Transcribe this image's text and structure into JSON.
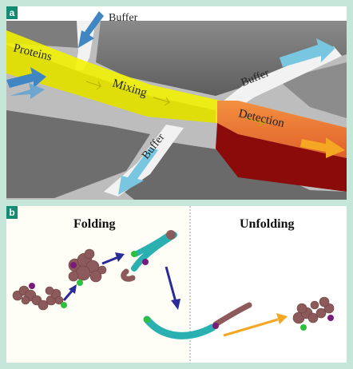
{
  "panel_a": {
    "tag": "a",
    "labels": {
      "buffer_top": "Buffer",
      "proteins": "Proteins",
      "mixing": "Mixing",
      "buffer_right": "Buffer",
      "detection": "Detection",
      "buffer_bottom": "Buffer"
    }
  },
  "panel_b": {
    "tag": "b",
    "headers": {
      "folding": "Folding",
      "unfolding": "Unfolding"
    }
  },
  "colors": {
    "background": "#c6e6da",
    "tag": "#138a72",
    "channel_yellow": "#f2f200",
    "detection_orange": "#f07a33",
    "detection_dark": "#8b0a0a",
    "arrow_blue": "#3f86c2",
    "arrow_cyan": "#79c6e0",
    "arrow_orange": "#f5a623",
    "arrow_navy": "#2a2a9a",
    "protein_unfolded": "#8c5a5a",
    "protein_folded": "#2ab0b0",
    "marker_green": "#2fbf3f",
    "marker_purple": "#7a1a7a"
  }
}
